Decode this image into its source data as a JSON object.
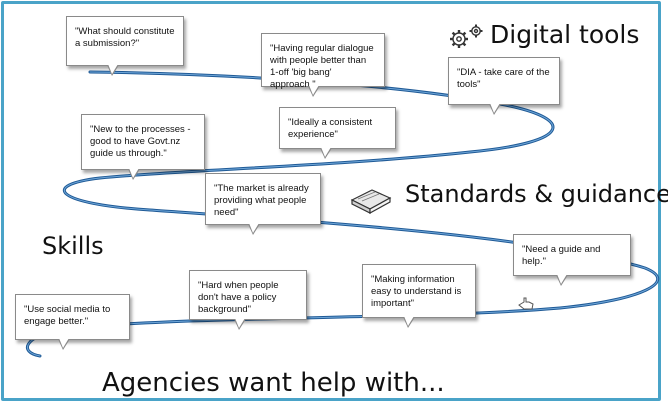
{
  "headings": {
    "digital_tools": "Digital tools",
    "standards": "Standards & guidance",
    "skills": "Skills",
    "agencies": "Agencies want help with..."
  },
  "bubbles": [
    {
      "id": "submission",
      "text": "\"What should constitute a submission?\""
    },
    {
      "id": "dialogue",
      "text": "\"Having regular dialogue with people better than 1-off 'big bang' approach.\""
    },
    {
      "id": "dia",
      "text": "\"DIA - take care of the tools\""
    },
    {
      "id": "consistent",
      "text": "\"Ideally a consistent experience\""
    },
    {
      "id": "new-processes",
      "text": "\"New to the processes - good to have Govt.nz guide us through.\""
    },
    {
      "id": "market",
      "text": "\"The market is already providing what people need\""
    },
    {
      "id": "guide",
      "text": "\"Need a guide and help.\""
    },
    {
      "id": "info-easy",
      "text": "\"Making information easy to understand is important\""
    },
    {
      "id": "policy",
      "text": "\"Hard when people don't have a policy background\""
    },
    {
      "id": "social",
      "text": "\"Use social media to engage better.\""
    }
  ],
  "icons": {
    "gears": "gears-icon",
    "book": "book-icon",
    "cursor": "hand-cursor-icon"
  },
  "colors": {
    "frame": "#4aa3c8",
    "path": "#1f5a96",
    "bubble_border": "#8a8a8a"
  }
}
